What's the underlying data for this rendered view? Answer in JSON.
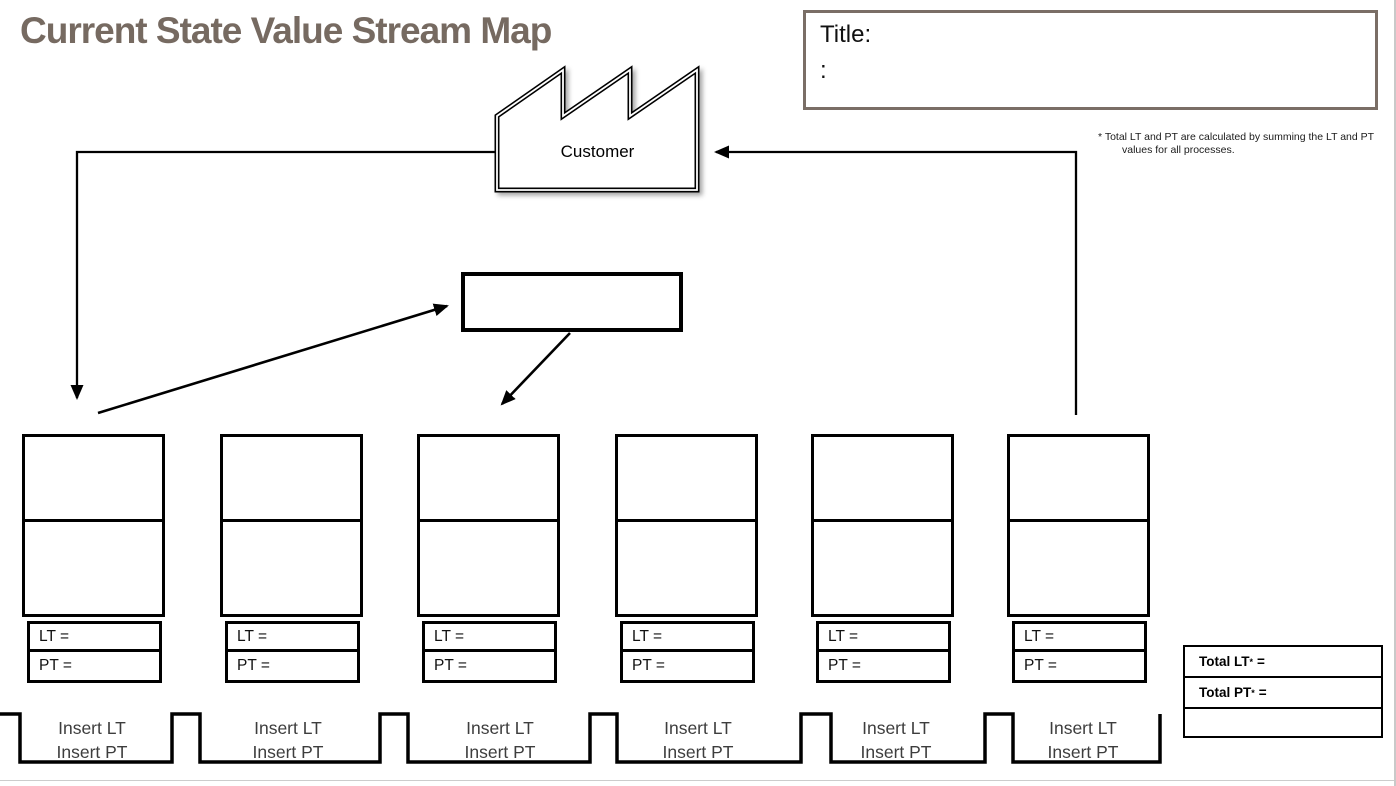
{
  "header": {
    "title": "Current State Value Stream Map"
  },
  "title_box": {
    "label": "Title:",
    "second_line": ":"
  },
  "footnote": {
    "line1": "* Total LT and PT are calculated by summing the LT and PT",
    "line2": "values for all processes."
  },
  "customer_factory": {
    "label": "Customer"
  },
  "info_box": {
    "text": ""
  },
  "processes": [
    {
      "lt": "LT =",
      "pt": "PT =",
      "insert_lt": "Insert LT",
      "insert_pt": "Insert PT"
    },
    {
      "lt": "LT =",
      "pt": "PT =",
      "insert_lt": "Insert LT",
      "insert_pt": "Insert PT"
    },
    {
      "lt": "LT =",
      "pt": "PT =",
      "insert_lt": "Insert LT",
      "insert_pt": "Insert PT"
    },
    {
      "lt": "LT =",
      "pt": "PT =",
      "insert_lt": "Insert LT",
      "insert_pt": "Insert PT"
    },
    {
      "lt": "LT =",
      "pt": "PT =",
      "insert_lt": "Insert LT",
      "insert_pt": "Insert PT"
    },
    {
      "lt": "LT =",
      "pt": "PT =",
      "insert_lt": "Insert LT",
      "insert_pt": "Insert PT"
    }
  ],
  "totals_box": {
    "lt_label": "Total LT",
    "lt_star": "*",
    "lt_eq": "=",
    "pt_label": "Total PT",
    "pt_star": "*",
    "pt_eq": "="
  },
  "colors": {
    "accent_brown": "#766A61",
    "title_box_border": "#7A6E66",
    "shape_black": "#000000",
    "timeline_label_gray": "#3D3D3D",
    "slide_edge_gray": "#CCCCCC"
  }
}
